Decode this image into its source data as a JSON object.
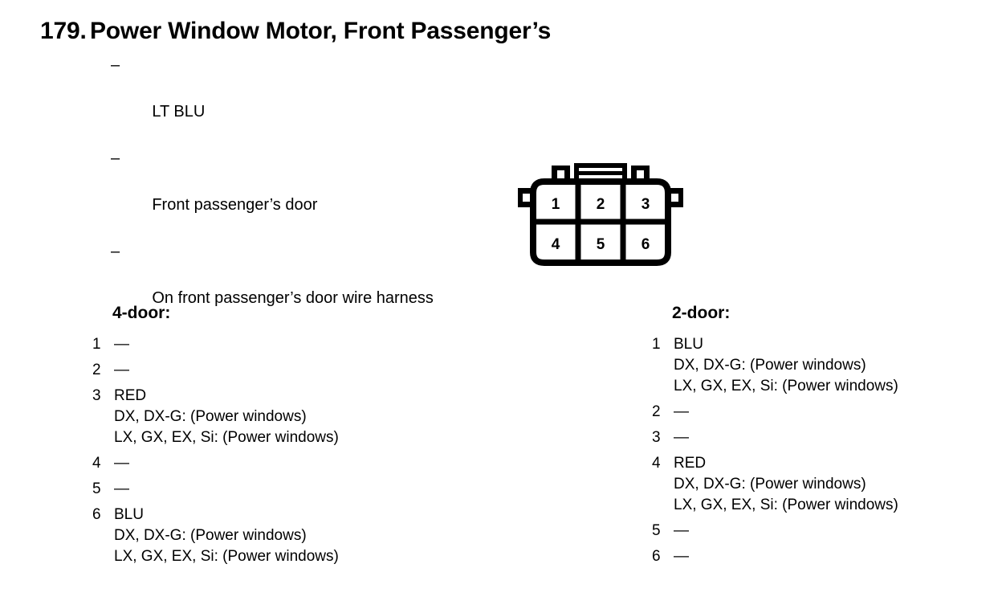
{
  "title": {
    "number": "179.",
    "text": "Power Window Motor, Front Passenger’s"
  },
  "subtitles": [
    {
      "dash": "–",
      "text": "LT BLU"
    },
    {
      "dash": "–",
      "text": "Front passenger’s door"
    },
    {
      "dash": "–",
      "text": "On front passenger’s door wire harness"
    }
  ],
  "connector": {
    "name": "6-pin-connector",
    "rows": [
      [
        "1",
        "2",
        "3"
      ],
      [
        "4",
        "5",
        "6"
      ]
    ]
  },
  "columns": [
    {
      "heading": "4-door:",
      "pins": [
        {
          "no": "1",
          "value": "—",
          "notes": []
        },
        {
          "no": "2",
          "value": "—",
          "notes": []
        },
        {
          "no": "3",
          "value": "RED",
          "notes": [
            "DX, DX-G: (Power windows)",
            "LX, GX, EX, Si: (Power windows)"
          ]
        },
        {
          "no": "4",
          "value": "—",
          "notes": []
        },
        {
          "no": "5",
          "value": "—",
          "notes": []
        },
        {
          "no": "6",
          "value": "BLU",
          "notes": [
            "DX, DX-G: (Power windows)",
            "LX, GX, EX, Si: (Power windows)"
          ]
        }
      ]
    },
    {
      "heading": "2-door:",
      "pins": [
        {
          "no": "1",
          "value": "BLU",
          "notes": [
            "DX, DX-G: (Power windows)",
            "LX, GX, EX, Si: (Power windows)"
          ]
        },
        {
          "no": "2",
          "value": "—",
          "notes": []
        },
        {
          "no": "3",
          "value": "—",
          "notes": []
        },
        {
          "no": "4",
          "value": "RED",
          "notes": [
            "DX, DX-G: (Power windows)",
            "LX, GX, EX, Si: (Power windows)"
          ]
        },
        {
          "no": "5",
          "value": "—",
          "notes": []
        },
        {
          "no": "6",
          "value": "—",
          "notes": []
        }
      ]
    }
  ],
  "colors": {
    "ink": "#000000",
    "paper": "#ffffff"
  }
}
